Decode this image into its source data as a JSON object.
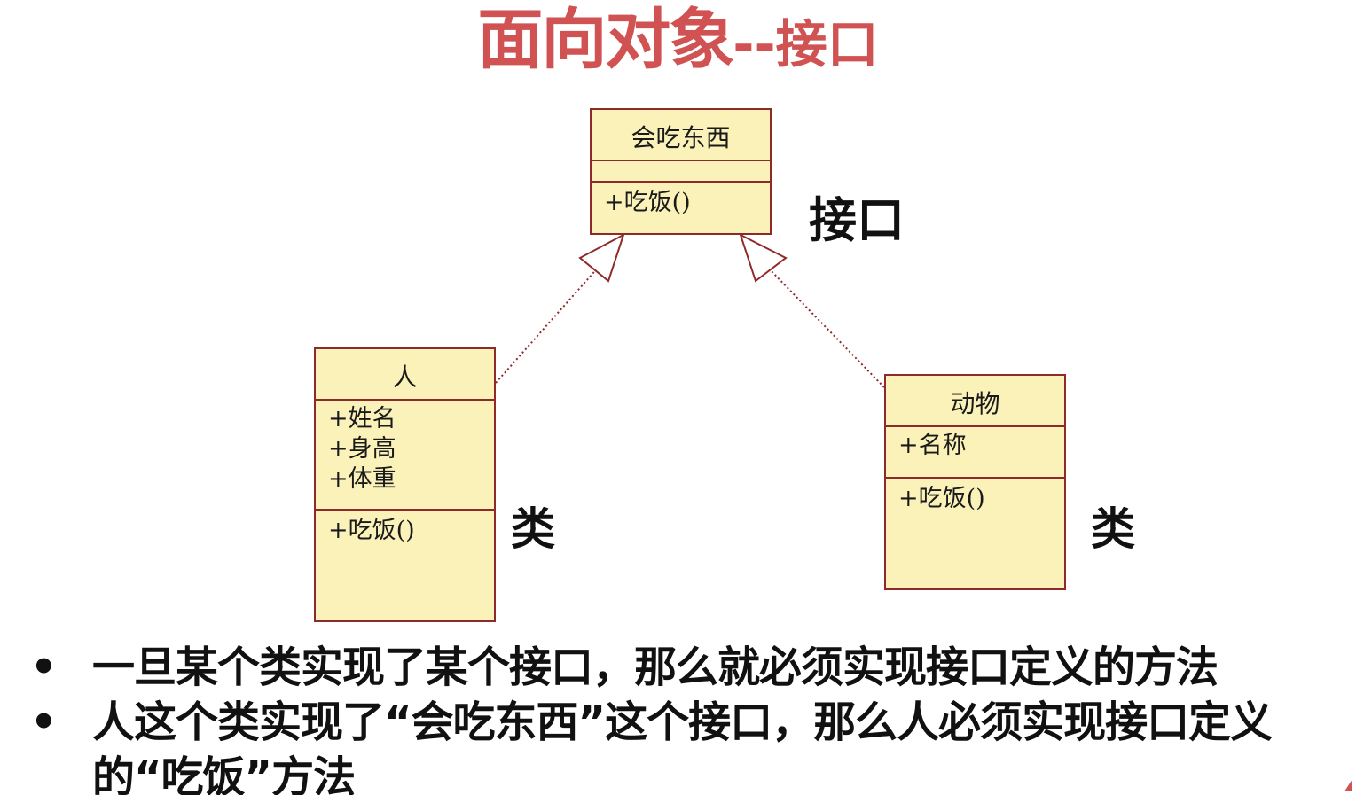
{
  "title": {
    "main": "面向对象",
    "sub": "--接口"
  },
  "diagram": {
    "interface_box": {
      "name": "会吃东西",
      "attributes": [],
      "operations": [
        "+吃饭()"
      ]
    },
    "person_box": {
      "name": "人",
      "attributes": [
        "+姓名",
        "+身高",
        "+体重"
      ],
      "operations": [
        "+吃饭()"
      ]
    },
    "animal_box": {
      "name": "动物",
      "attributes": [
        "+名称"
      ],
      "operations": [
        "+吃饭()"
      ]
    },
    "labels": {
      "interface": "接口",
      "person": "类",
      "animal": "类"
    },
    "colors": {
      "box_fill": "#fbf2b9",
      "box_border": "#8f2a2a",
      "title": "#d05252"
    }
  },
  "bullets": [
    "一旦某个类实现了某个接口，那么就必须实现接口定义的方法",
    "人这个类实现了“会吃东西”这个接口，那么人必须实现接口定义的“吃饭”方法"
  ],
  "bullet_marker": "•"
}
